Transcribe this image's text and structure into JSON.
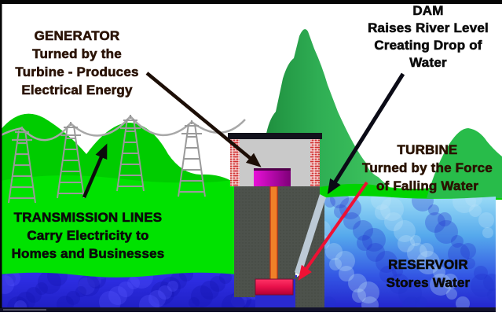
{
  "labels": {
    "generator": {
      "heading": "GENERATOR",
      "lines": [
        "Turned by the",
        "Turbine - Produces",
        "Electrical Energy"
      ]
    },
    "dam": {
      "heading": "DAM",
      "lines": [
        "Raises River Level",
        "Creating Drop of",
        "Water"
      ]
    },
    "turbine": {
      "heading": "TURBINE",
      "lines": [
        "Turned by the Force",
        "of Falling Water"
      ]
    },
    "transmission_lines": {
      "heading": "TRANSMISSION LINES",
      "lines": [
        "Carry Electricity to",
        "Homes and Businesses"
      ]
    },
    "reservoir": {
      "heading": "RESERVOIR",
      "lines": [
        "Stores Water"
      ]
    }
  },
  "icons": {
    "generator_arrow": "arrow-pointing-to-generator",
    "dam_arrow": "arrow-pointing-to-dam",
    "transmission_arrow": "arrow-pointing-to-power-lines",
    "turbine_arrow": "arrow-pointing-to-turbine"
  },
  "colors": {
    "field_green": "#00E200",
    "hill_green": "#00CC00",
    "mountain_green_dark": "#1D8C3C",
    "mountain_green_light": "#3FC75E",
    "right_hill_green": "#28BC4A",
    "water_deep_blue": "#2222CC",
    "water_light_blue": "#9ADCF6",
    "dam_gray": "#4D524C",
    "powerhouse_gray": "#C9C9C9",
    "roof_navy": "#12121C",
    "brick_red": "#D23030",
    "generator_magenta": "#C400B4",
    "shaft_orange": "#F08028",
    "turbine_red": "#E8104A",
    "arrow_dark_brown": "#1C0E06",
    "arrow_black": "#0B0B16",
    "arrow_red": "#EE1134",
    "label_brown": "#2B1407",
    "label_black": "#0D0D0D"
  }
}
